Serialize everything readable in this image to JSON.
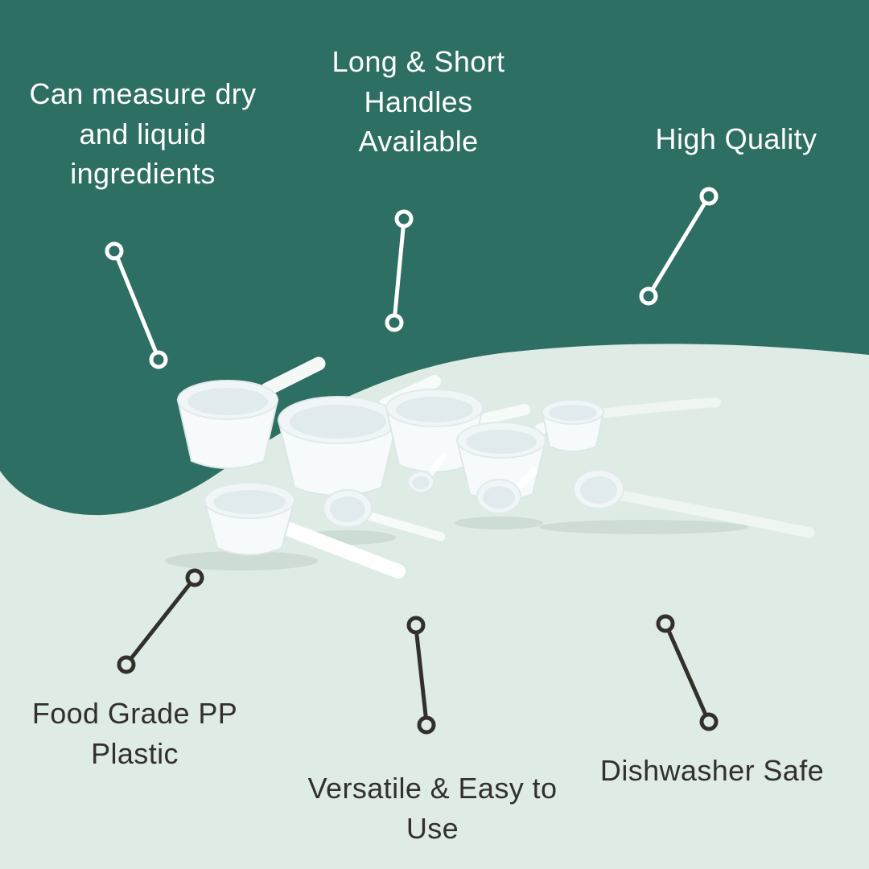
{
  "colors": {
    "teal_bg": "#2e6f63",
    "mint_bg": "#dfece5",
    "dark_text": "#33302b",
    "white": "#ffffff"
  },
  "callouts": {
    "top_left": "Can measure dry\nand liquid\ningredients",
    "top_center": "Long & Short\nHandles\nAvailable",
    "top_right": "High Quality",
    "bottom_left": "Food Grade PP\nPlastic",
    "bottom_center": "Versatile & Easy to\nUse",
    "bottom_right": "Dishwasher Safe"
  }
}
